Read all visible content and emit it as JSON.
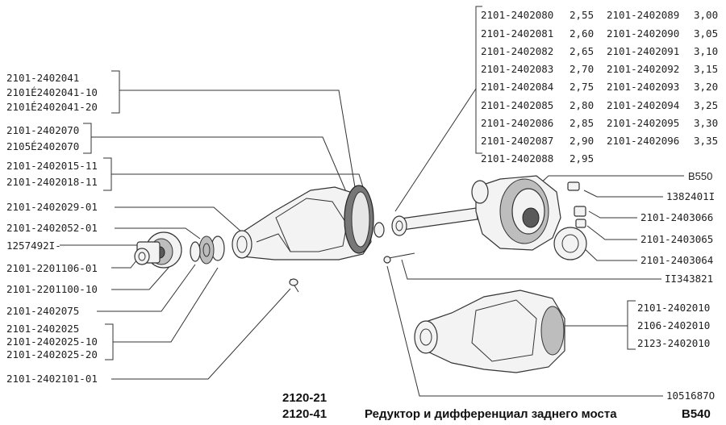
{
  "shim_table": {
    "col1": [
      {
        "part": "2101-2402080",
        "size": "2,55"
      },
      {
        "part": "2101-2402081",
        "size": "2,60"
      },
      {
        "part": "2101-2402082",
        "size": "2,65"
      },
      {
        "part": "2101-2402083",
        "size": "2,70"
      },
      {
        "part": "2101-2402084",
        "size": "2,75"
      },
      {
        "part": "2101-2402085",
        "size": "2,80"
      },
      {
        "part": "2101-2402086",
        "size": "2,85"
      },
      {
        "part": "2101-2402087",
        "size": "2,90"
      },
      {
        "part": "2101-2402088",
        "size": "2,95"
      }
    ],
    "col2": [
      {
        "part": "2101-2402089",
        "size": "3,00"
      },
      {
        "part": "2101-2402090",
        "size": "3,05"
      },
      {
        "part": "2101-2402091",
        "size": "3,10"
      },
      {
        "part": "2101-2402092",
        "size": "3,15"
      },
      {
        "part": "2101-2402093",
        "size": "3,20"
      },
      {
        "part": "2101-2402094",
        "size": "3,25"
      },
      {
        "part": "2101-2402095",
        "size": "3,30"
      },
      {
        "part": "2101-2402096",
        "size": "3,35"
      }
    ]
  },
  "left_labels": {
    "g1": [
      "2101-2402041",
      "2101É2402041-10",
      "2101É2402041-20"
    ],
    "g2": [
      "2101-2402070",
      "2105É2402070"
    ],
    "g3": [
      "2101-2402015-11",
      "2101-2402018-11"
    ],
    "l4": "2101-2402029-01",
    "l5": "2101-2402052-01",
    "l6": "1257492I-",
    "l7": "2101-2201106-01",
    "l8": "2101-2201100-10",
    "l9": "2101-2402075",
    "g10": [
      "2101-2402025",
      "2101-2402025-10",
      "2101-2402025-20"
    ],
    "l11": "2101-2402101-01"
  },
  "right_labels": {
    "b550": "B550",
    "r1": "1382401I",
    "r2": "2101-2403066",
    "r3": "2101-2403065",
    "r4": "2101-2403064",
    "r5": "II343821",
    "g6": [
      "2101-2402010",
      "2106-2402010",
      "2123-2402010"
    ],
    "r7": "1051687O"
  },
  "caption": {
    "model1": "2120-21",
    "model2": "2120-41",
    "title": "Редуктор и дифференциал заднего моста",
    "code": "B540"
  }
}
